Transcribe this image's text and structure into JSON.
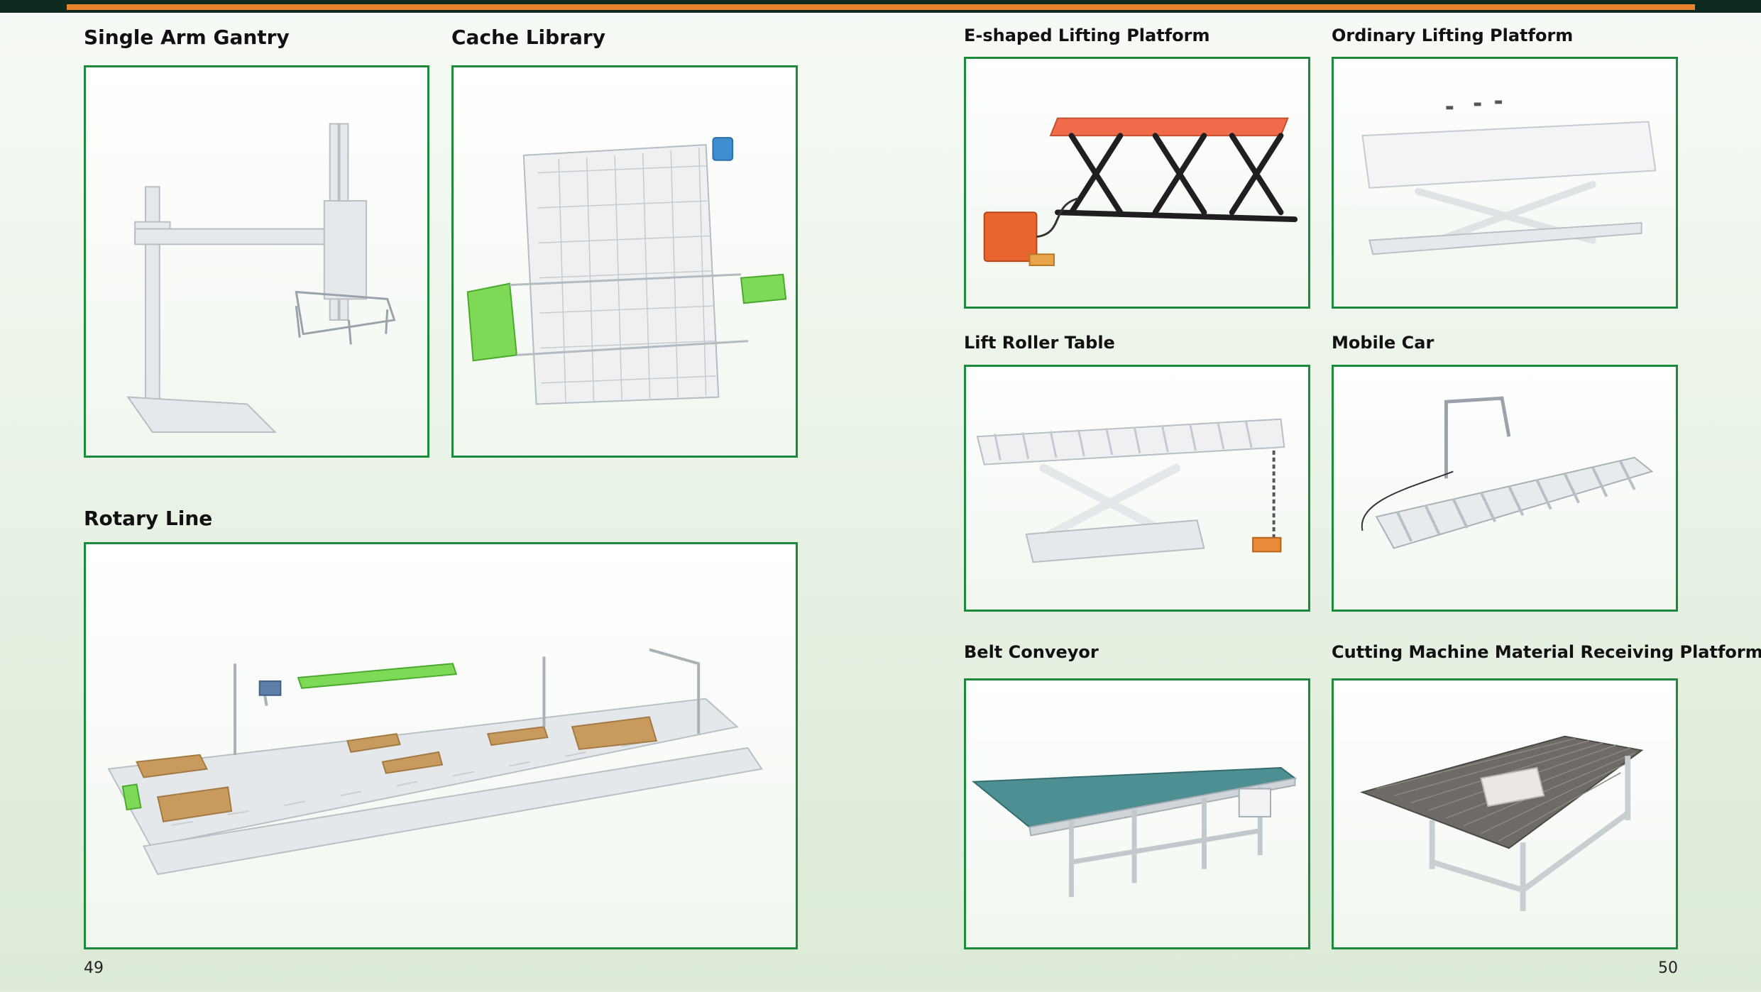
{
  "colors": {
    "accent_stripe": "#e9832b",
    "frame": "#1b8a3a",
    "top_bar": "#0f2a1f"
  },
  "products": {
    "single_arm_gantry": "Single Arm Gantry",
    "cache_library": "Cache Library",
    "rotary_line": "Rotary Line",
    "e_shaped_lifting_platform": "E-shaped Lifting Platform",
    "ordinary_lifting_platform": "Ordinary Lifting Platform",
    "lift_roller_table": "Lift Roller Table",
    "mobile_car": "Mobile Car",
    "belt_conveyor": "Belt Conveyor",
    "cutting_machine_platform": "Cutting Machine Material Receiving Platform"
  },
  "page_numbers": {
    "left": "49",
    "right": "50"
  }
}
